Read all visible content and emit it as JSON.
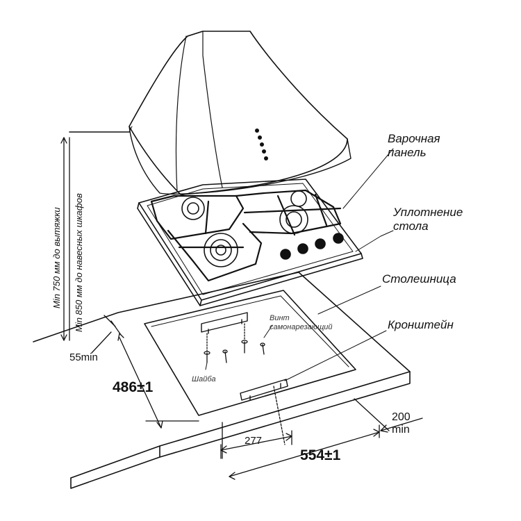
{
  "labels": {
    "cooktop": [
      "Варочная",
      "панель"
    ],
    "seal": [
      "Уплотнение",
      "стола"
    ],
    "countertop": "Столешница",
    "bracket": "Кронштейн",
    "screw": [
      "Винт",
      "самонарезающий"
    ],
    "washer": "Шайба",
    "hood_min": "Min 750 мм до вытяжки",
    "cabinet_min": "Min 850 мм до навесных шкафов"
  },
  "dimensions": {
    "edge_min": "55min",
    "depth": "486±1",
    "bracket_span": "277",
    "width": "554±1",
    "rear_min_value": "200",
    "rear_min_unit": "min"
  }
}
